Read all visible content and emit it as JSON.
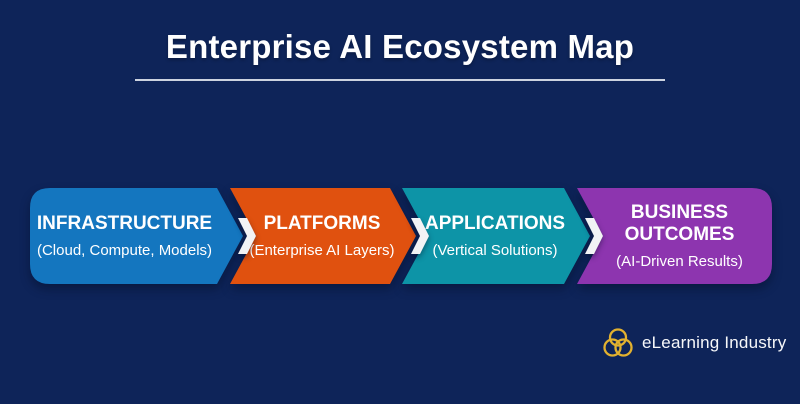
{
  "title": "Enterprise AI Ecosystem Map",
  "stages": [
    {
      "label": "INFRASTRUCTURE",
      "sublabel": "(Cloud, Compute, Models)",
      "color": "#1476bf"
    },
    {
      "label": "PLATFORMS",
      "sublabel": "(Enterprise AI Layers)",
      "color": "#e0510f"
    },
    {
      "label": "APPLICATIONS",
      "sublabel": "(Vertical Solutions)",
      "color": "#0d94a7"
    },
    {
      "label": "BUSINESS OUTCOMES",
      "sublabel": "(AI-Driven Results)",
      "color": "#8d35af"
    }
  ],
  "connector": {
    "color": "#f2f3f5"
  },
  "logo": {
    "text": "eLearning Industry",
    "icon_color": "#e2b12f"
  },
  "colors": {
    "background": "#0e2459",
    "title_text": "#ffffff",
    "title_underline": "#ccd3e0"
  }
}
